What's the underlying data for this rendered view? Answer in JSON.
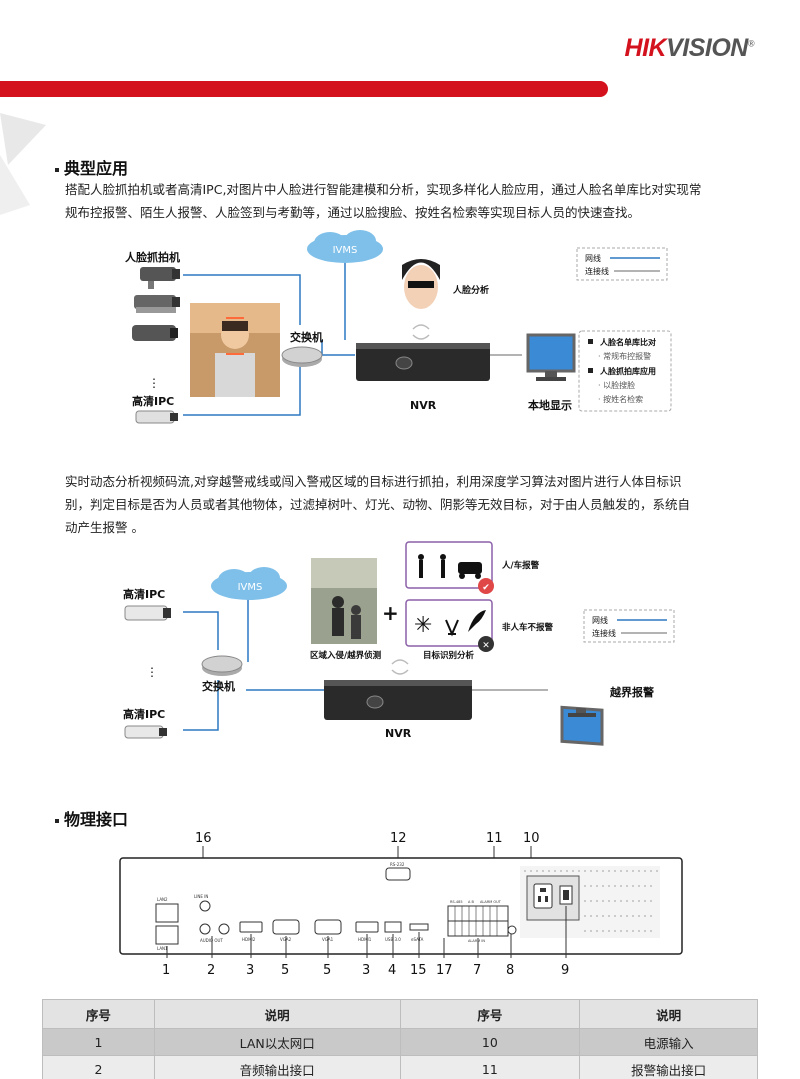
{
  "header": {
    "logo_hik": "HIK",
    "logo_vision": "VISION",
    "logo_reg": "®"
  },
  "sections": {
    "app_title": "典型应用",
    "phys_title": "物理接口"
  },
  "paragraphs": {
    "p1_line1": "搭配人脸抓拍机或者高清IPC,对图片中人脸进行智能建模和分析，实现多样化人脸应用，通过人脸名单库比对实现常",
    "p1_line2": "规布控报警、陌生人报警、人脸签到与考勤等，通过以脸搜脸、按姓名检索等实现目标人员的快速查找。",
    "p2_line1": "实时动态分析视频码流,对穿越警戒线或闯入警戒区域的目标进行抓拍，利用深度学习算法对图片进行人体目标识",
    "p2_line2": "别，判定目标是否为人员或者其他物体，过滤掉树叶、灯光、动物、阴影等无效目标，对于由人员触发的，系统自",
    "p2_line3": "动产生报警 。"
  },
  "diagram1": {
    "camera_label": "人脸抓拍机",
    "dots": "⋮",
    "ipc_label": "高清IPC",
    "ivms": "IVMS",
    "switch_label": "交换机",
    "face_analysis": "人脸分析",
    "nvr": "NVR",
    "monitor_label": "本地显示",
    "legend_net": "网线",
    "legend_conn": "连接线",
    "info": {
      "h1": "人脸名单库比对",
      "i1": "常规布控报警",
      "h2": "人脸抓拍库应用",
      "i2": "以脸搜脸",
      "i3": "按姓名检索"
    }
  },
  "diagram2": {
    "ipc_top": "高清IPC",
    "dots": "⋮",
    "ipc_bottom": "高清IPC",
    "ivms": "IVMS",
    "switch_label": "交换机",
    "intrusion": "区域入侵/越界侦测",
    "plus": "+",
    "target_analysis": "目标识别分析",
    "person_vehicle": "人/车报警",
    "non_person": "非人车不报警",
    "nvr": "NVR",
    "cross_alarm": "越界报警",
    "legend_net": "网线",
    "legend_conn": "连接线"
  },
  "panel": {
    "top_numbers": [
      "16",
      "12",
      "11",
      "10"
    ],
    "bottom_numbers": [
      "1",
      "2",
      "3",
      "5",
      "5",
      "3",
      "4",
      "15",
      "17",
      "7",
      "8",
      "9"
    ],
    "port_labels": {
      "lan2": "LAN2",
      "lan1": "LAN1",
      "line_in": "LINE IN",
      "audio_out": "AUDIO OUT",
      "hdmi2": "HDMI2",
      "vga2": "VGA2",
      "vga1": "VGA1",
      "hdmi1": "HDMI1",
      "usb": "USB 3.0",
      "esata": "eSATA",
      "rs232": "RS-232",
      "rs485": "RS-485",
      "ab": "A B",
      "alarm_out": "ALARM OUT",
      "alarm_in": "ALARM IN"
    }
  },
  "table": {
    "headers": [
      "序号",
      "说明",
      "序号",
      "说明"
    ],
    "rows": [
      [
        "1",
        "LAN以太网口",
        "10",
        "电源输入"
      ],
      [
        "2",
        "音频输出接口",
        "11",
        "报警输出接口"
      ]
    ]
  },
  "colors": {
    "brand_red": "#d4121e",
    "line_blue": "#2b78c2",
    "line_gray": "#9a9a9a",
    "purple_box": "#8c5fa8"
  }
}
